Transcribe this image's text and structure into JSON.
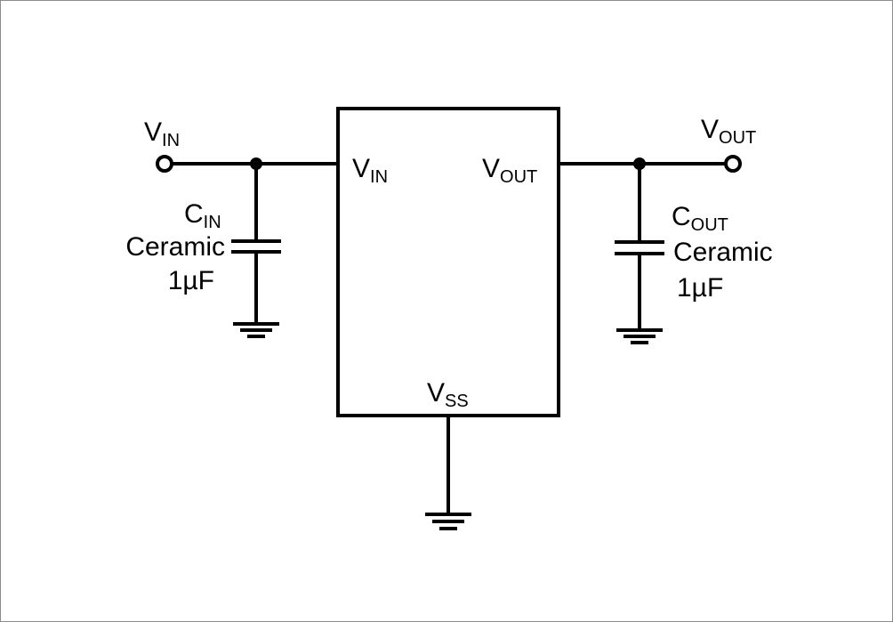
{
  "diagram": {
    "input_terminal": {
      "main": "V",
      "sub": "IN"
    },
    "output_terminal": {
      "main": "V",
      "sub": "OUT"
    },
    "ic": {
      "pin_vin": {
        "main": "V",
        "sub": "IN"
      },
      "pin_vout": {
        "main": "V",
        "sub": "OUT"
      },
      "pin_vss": {
        "main": "V",
        "sub": "SS"
      }
    },
    "cin": {
      "main": "C",
      "sub": "IN",
      "type": "Ceramic",
      "value": "1µF"
    },
    "cout": {
      "main": "C",
      "sub": "OUT",
      "type": "Ceramic",
      "value": "1µF"
    }
  }
}
